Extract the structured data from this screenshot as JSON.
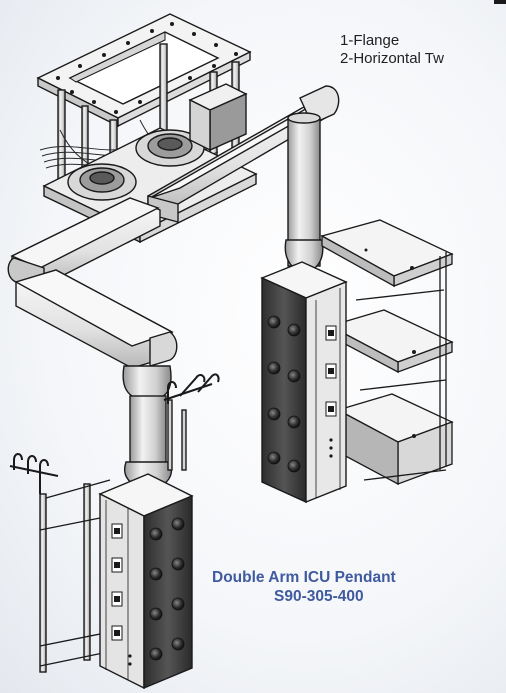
{
  "parts_list": [
    {
      "label": "1-Flange"
    },
    {
      "label": "2-Horizontal Tw"
    }
  ],
  "caption": {
    "title": "Double Arm ICU Pendant",
    "model": "S90-305-400"
  },
  "colors": {
    "caption_blue": "#3f5a9e",
    "line": "#1a1a1a",
    "metal_light": "#f2f2f2",
    "metal_shade": "#bdbdbd",
    "dark_panel": "#3a3a3a"
  }
}
